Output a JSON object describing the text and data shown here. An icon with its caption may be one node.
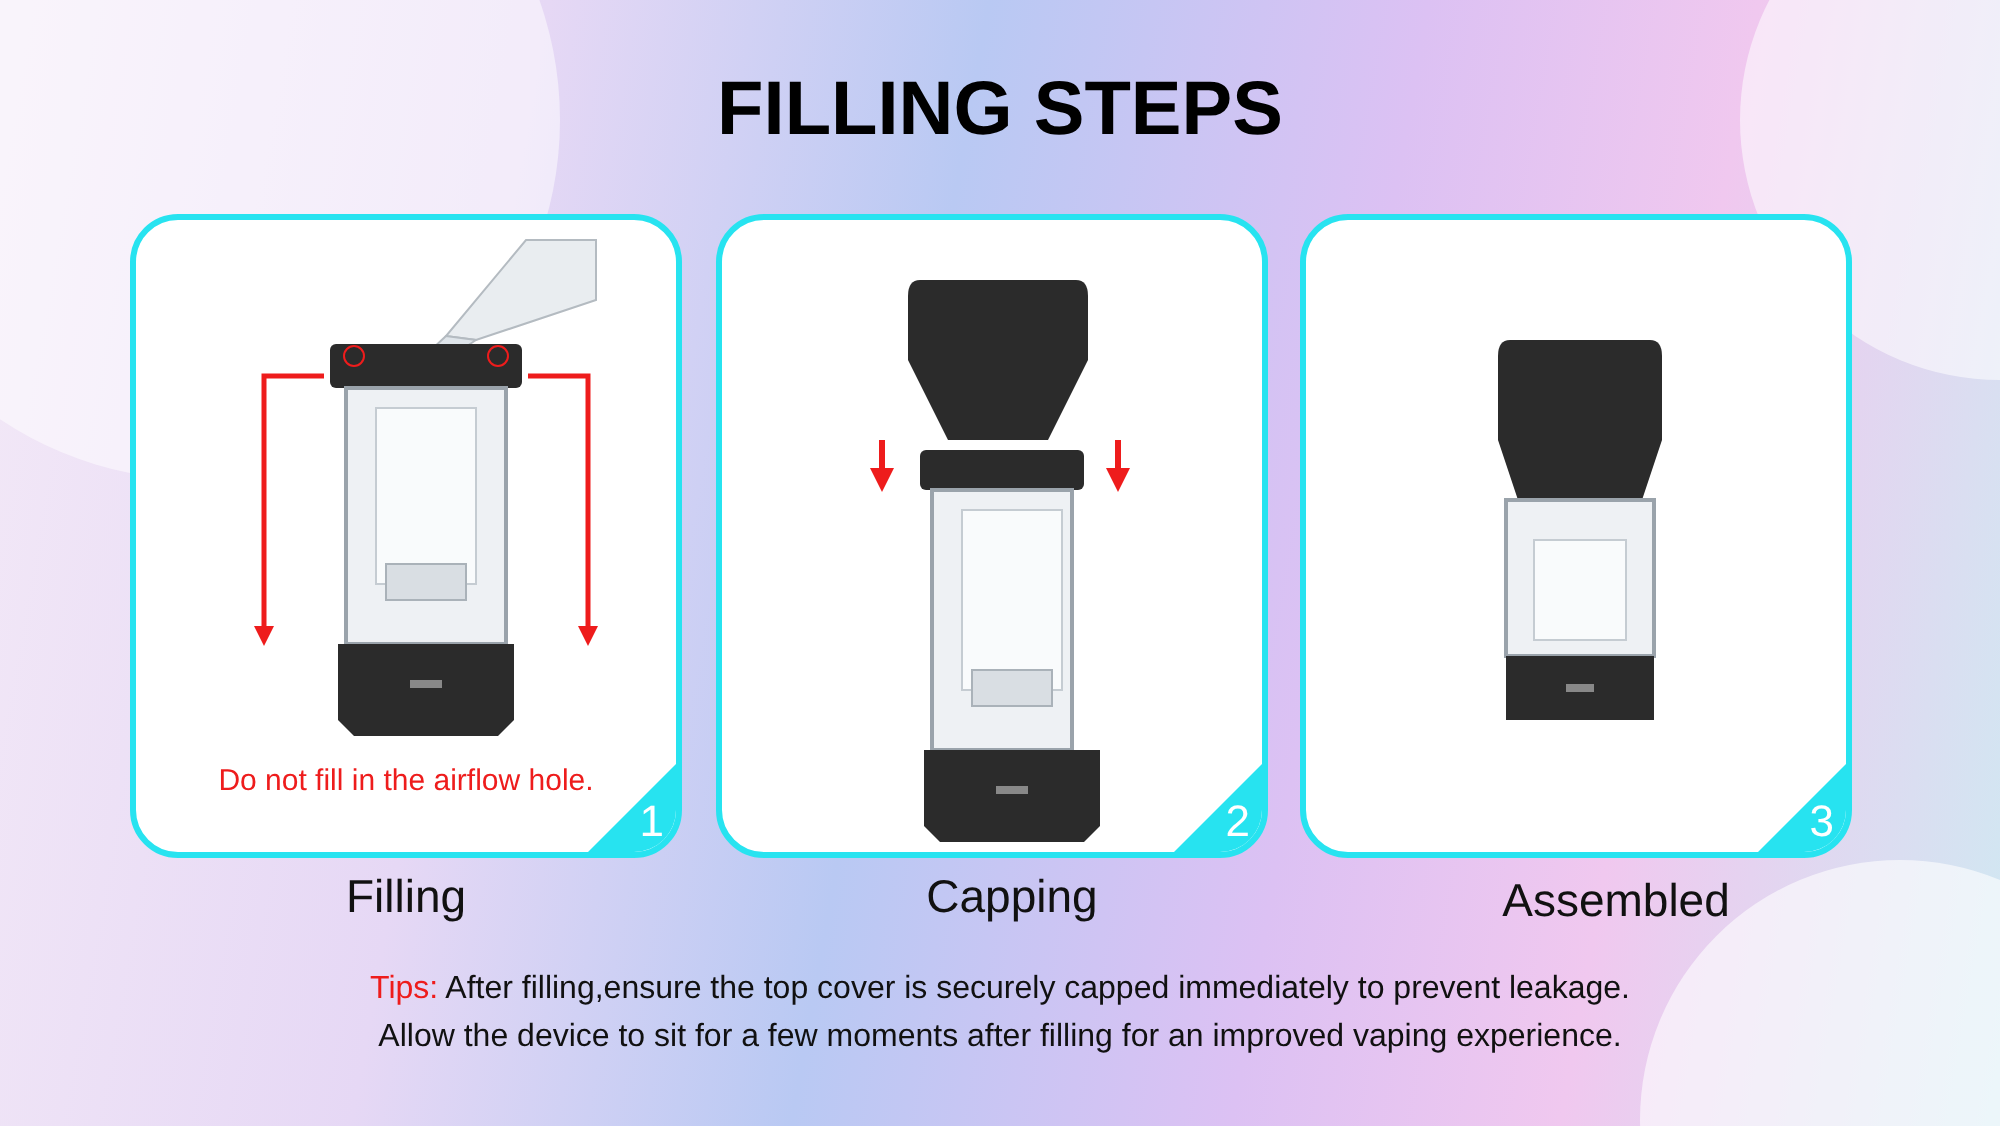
{
  "diagram": {
    "title": "FILLING STEPS",
    "nodes": [
      {
        "text": [
          "Do not fill in the airflow hole.",
          "1"
        ],
        "beside": [
          "Filling"
        ]
      },
      {
        "text": [
          "2"
        ],
        "beside": [
          "Capping"
        ]
      },
      {
        "text": [
          "3"
        ],
        "beside": [
          "Assembled"
        ]
      }
    ],
    "labels": [
      "Tips:",
      "After filling,ensure the top cover is securely capped immediately to prevent leakage.",
      "Allow the device to sit for a few moments after filling for an improved vaping experience."
    ]
  }
}
